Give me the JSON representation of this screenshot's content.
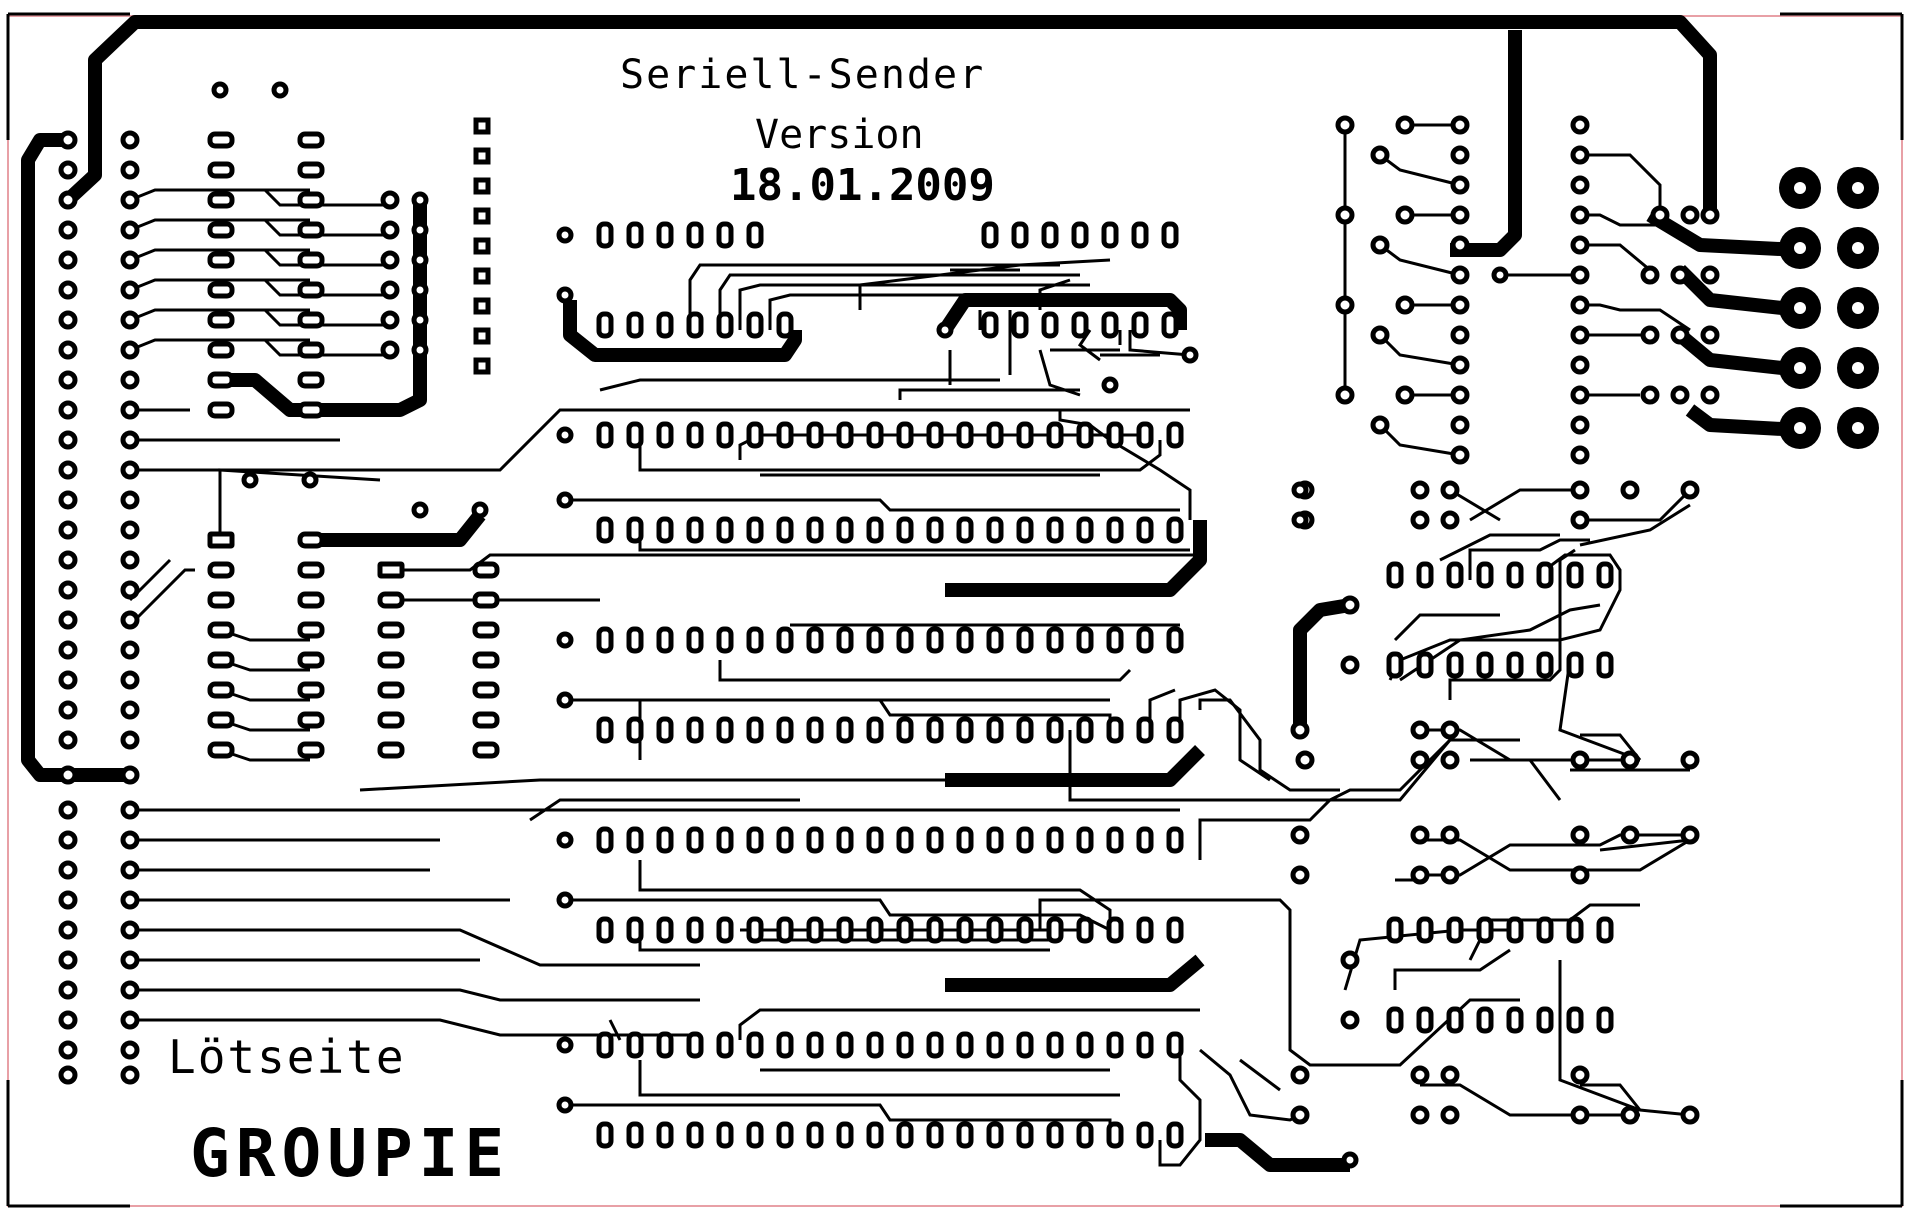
{
  "board": {
    "title": "Seriell-Sender",
    "version_label": "Version",
    "date": "18.01.2009",
    "side_label": "Lötseite",
    "project_name": "GROUPIE"
  },
  "colors": {
    "background": "#ffffff",
    "copper": "#000000",
    "board_outline": "#e8a0a6"
  }
}
